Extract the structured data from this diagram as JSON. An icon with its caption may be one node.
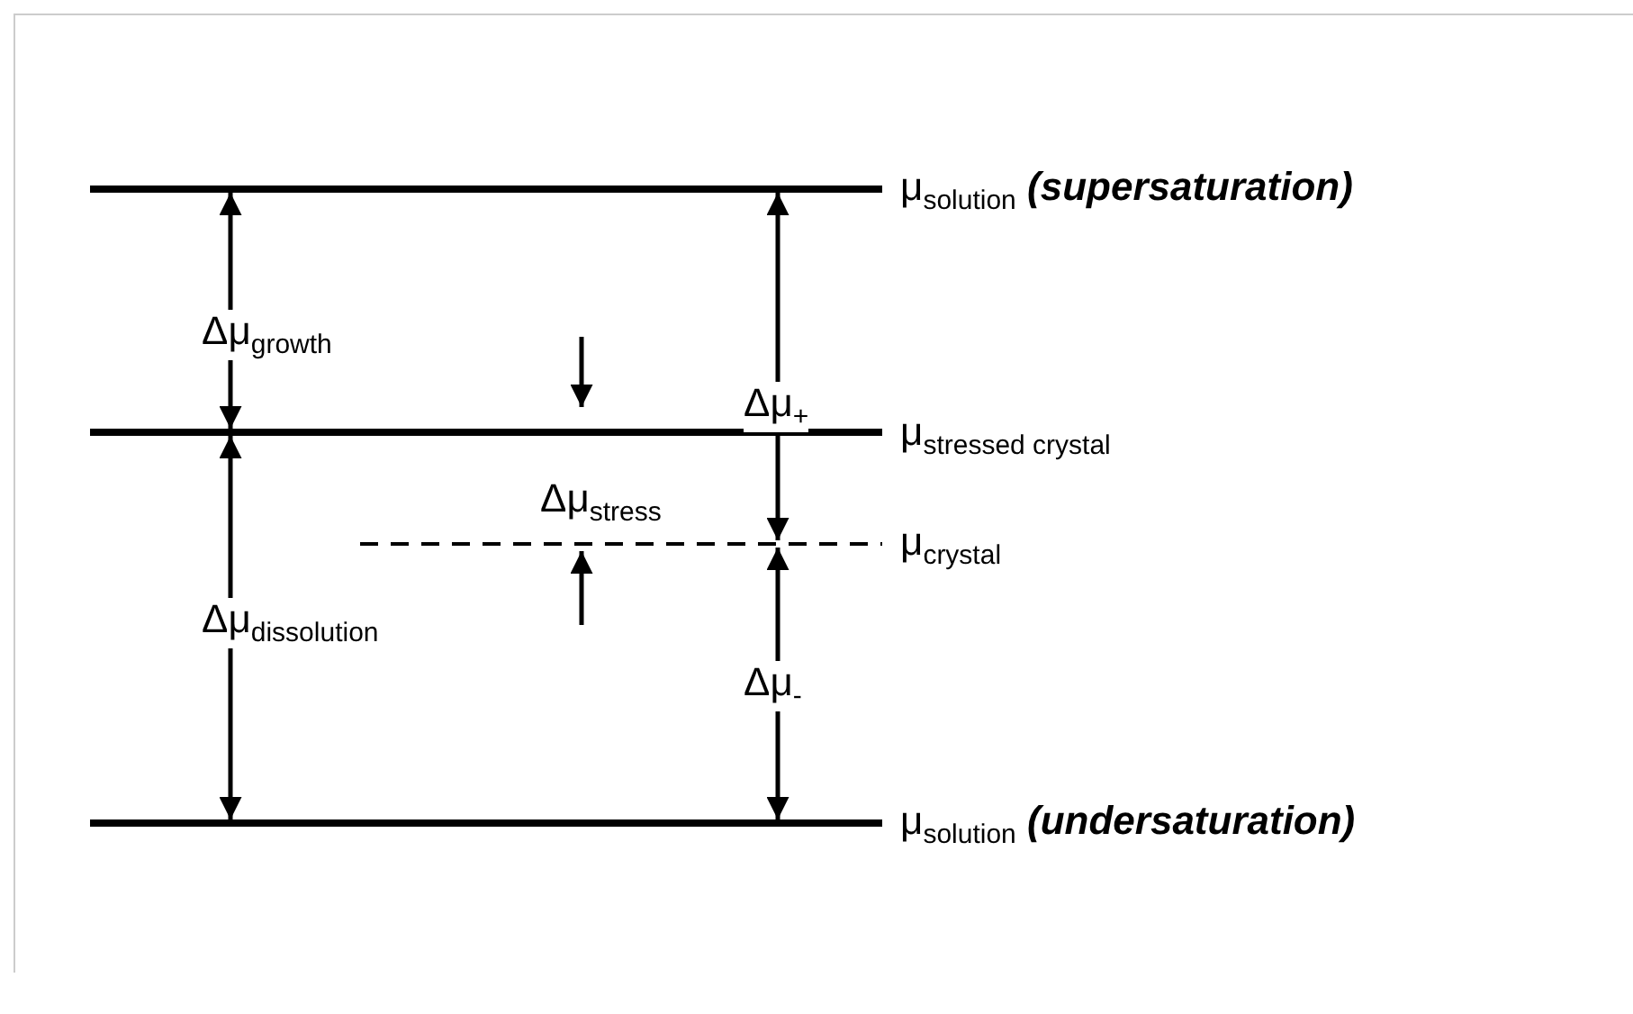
{
  "diagram": {
    "labels": [
      "μ$_{solution}$ **(supersaturation)**",
      "Δμ$_{growth}$",
      "Δμ$_{+}$",
      "μ$_{stressed crystal}$",
      "Δμ$_{stress}$",
      "μ$_{crystal}$",
      "Δμ$_{dissolution}$",
      "Δμ$_{-}$",
      "μ$_{solution}$ **(undersaturation)**"
    ]
  }
}
